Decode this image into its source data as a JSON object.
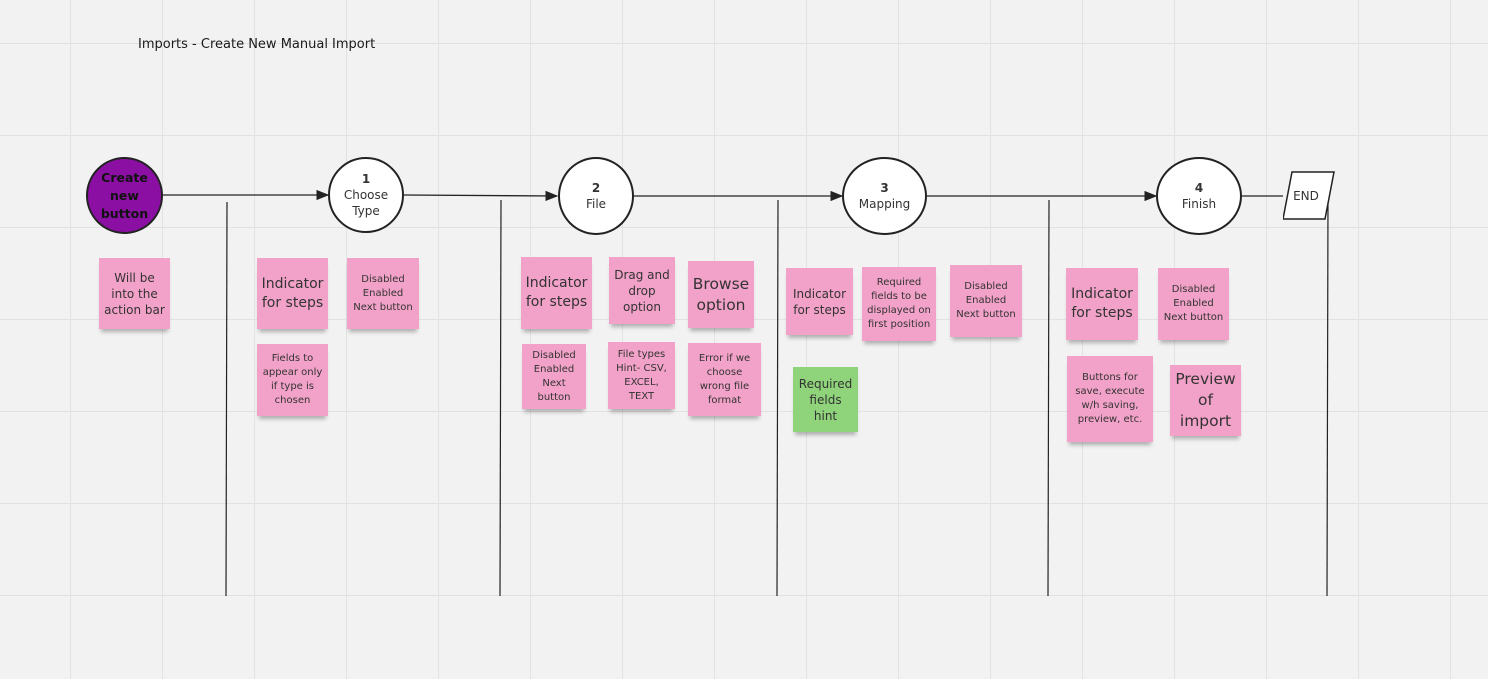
{
  "diagram": {
    "title": "Imports - Create New Manual Import",
    "start": {
      "label": "Create new button"
    },
    "steps": [
      {
        "number": "1",
        "label": "Choose Type"
      },
      {
        "number": "2",
        "label": "File"
      },
      {
        "number": "3",
        "label": "Mapping"
      },
      {
        "number": "4",
        "label": "Finish"
      }
    ],
    "end": {
      "label": "END"
    },
    "notes": {
      "n0": "Will be into the action bar",
      "n1a": "Indicator for steps",
      "n1b": "Disabled Enabled Next button",
      "n1c": "Fields to appear only if type is chosen",
      "n2a": "Indicator for steps",
      "n2b": "Drag and drop option",
      "n2c": "Browse option",
      "n2d": "Disabled Enabled Next button",
      "n2e": "File types Hint- CSV, EXCEL, TEXT",
      "n2f": "Error if we choose wrong file format",
      "n3a": "Indicator for steps",
      "n3b": "Required fields to be displayed on first position",
      "n3c": "Disabled Enabled Next button",
      "n3d": "Required fields hint",
      "n4a": "Indicator for steps",
      "n4b": "Disabled Enabled Next button",
      "n4c": "Buttons for save, execute w/h saving, preview, etc.",
      "n4d": "Preview of import"
    },
    "colors": {
      "note_pink": "#f2a2c8",
      "note_green": "#8fd47a",
      "start_purple": "#8b0fa2",
      "line": "#222222"
    }
  }
}
